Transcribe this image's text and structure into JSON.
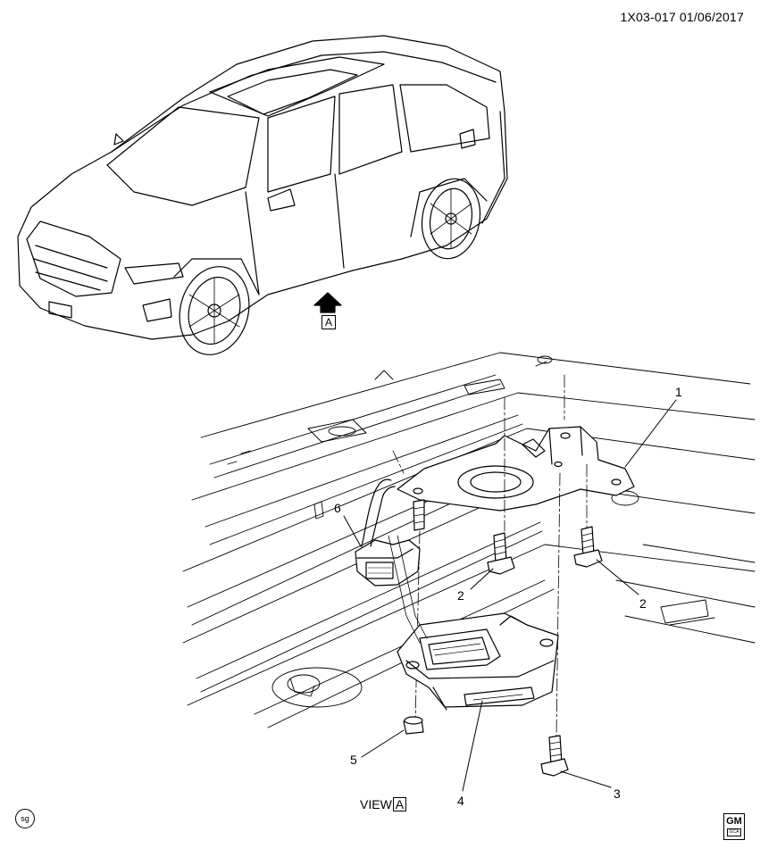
{
  "header": {
    "document_id": "1X03-017  01/06/2017"
  },
  "view": {
    "arrow_letter": "A",
    "label": "VIEW",
    "label_letter": "A"
  },
  "callouts": [
    "1",
    "2",
    "2",
    "3",
    "4",
    "5",
    "6"
  ],
  "badges": {
    "sg": "sg",
    "logo": "GM",
    "logo_sub": "GCA"
  },
  "icons": [
    "vehicle-illustration",
    "view-direction-arrow",
    "floor-panel",
    "mounting-bracket",
    "bolt",
    "module",
    "connector",
    "nut",
    "sg-badge-icon",
    "gm-logo-icon"
  ]
}
